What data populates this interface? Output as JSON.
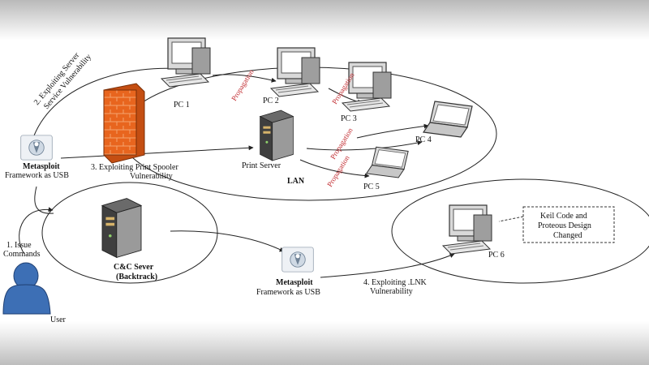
{
  "labels": {
    "pc1": "PC 1",
    "pc2": "PC 2",
    "pc3": "PC 3",
    "pc4": "PC 4",
    "pc5": "PC 5",
    "pc6": "PC 6",
    "print_server": "Print Server",
    "lan": "LAN",
    "cc_server_line1": "C&C Sever",
    "cc_server_line2": "(Backtrack)",
    "metasploit1_line1": "Metasploit",
    "metasploit1_line2": "Framework as  USB",
    "metasploit2_line1": "Metasploit",
    "metasploit2_line2": "Framework as  USB",
    "user": "User",
    "keil_line1": "Keil Code and",
    "keil_line2": "Proteous Design",
    "keil_line3": "Changed"
  },
  "steps": {
    "step1_line1": "1. Issue",
    "step1_line2": "Commands",
    "step2_line1": "2. Exploiting Server",
    "step2_line2": "Service Vulnerability",
    "step3_line1": "3. Exploiting Print Spooler",
    "step3_line2": "Vulnerability",
    "step4_line1": "4. Exploiting  .LNK",
    "step4_line2": "Vulnerability"
  },
  "propagation": [
    "Propagation",
    "Propagation",
    "Propagation",
    "Propagation"
  ],
  "colors": {
    "firewall": "#e8651e",
    "user": "#3d6fb5",
    "propagation_text": "#c0282d",
    "line": "#222222"
  }
}
